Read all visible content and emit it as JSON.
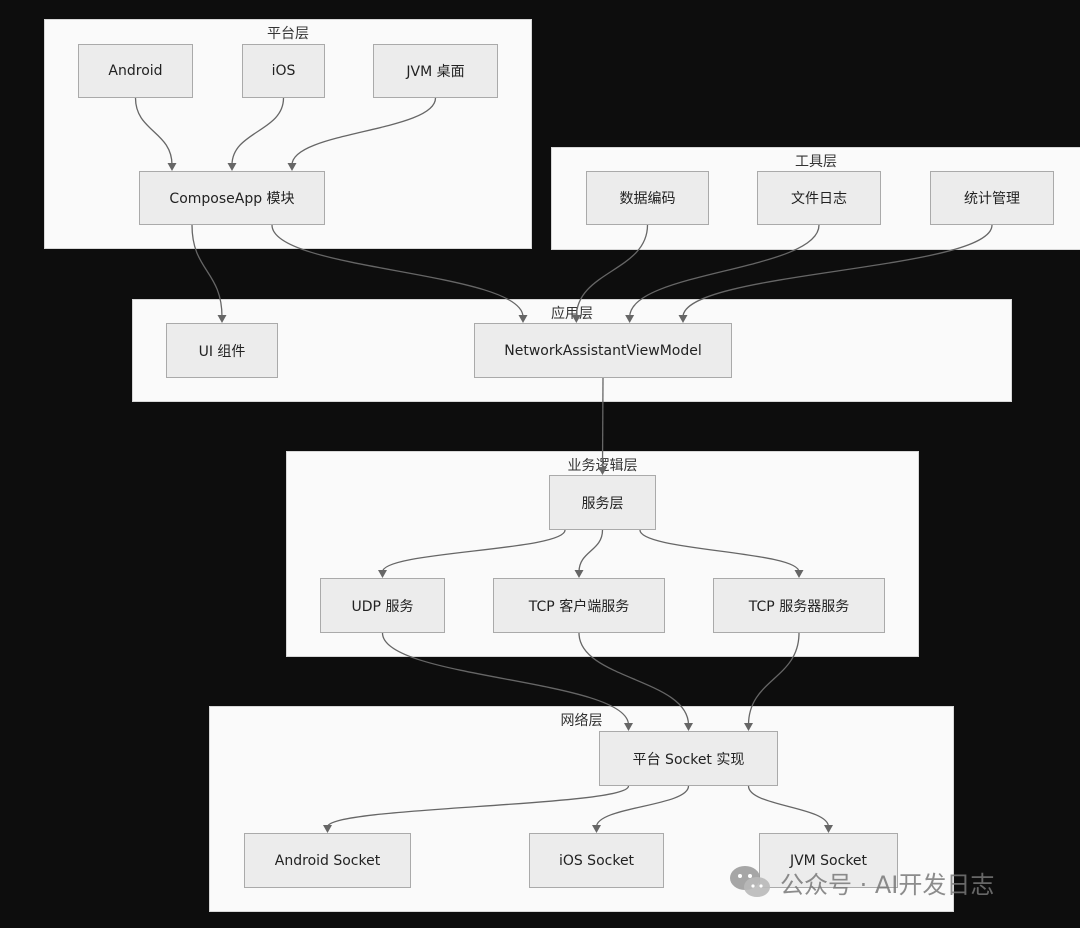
{
  "groups": {
    "platform": {
      "title": "平台层"
    },
    "tools": {
      "title": "工具层"
    },
    "app": {
      "title": "应用层"
    },
    "biz": {
      "title": "业务逻辑层"
    },
    "network": {
      "title": "网络层"
    }
  },
  "nodes": {
    "android": "Android",
    "ios": "iOS",
    "jvm": "JVM 桌面",
    "compose": "ComposeApp 模块",
    "encode": "数据编码",
    "filelog": "文件日志",
    "stats": "统计管理",
    "ui": "UI 组件",
    "viewmodel": "NetworkAssistantViewModel",
    "service": "服务层",
    "udp": "UDP 服务",
    "tcpclient": "TCP 客户端服务",
    "tcpserver": "TCP 服务器服务",
    "socket": "平台 Socket 实现",
    "android_socket": "Android Socket",
    "ios_socket": "iOS Socket",
    "jvm_socket": "JVM Socket"
  },
  "edges": [
    [
      "android",
      "compose"
    ],
    [
      "ios",
      "compose"
    ],
    [
      "jvm",
      "compose"
    ],
    [
      "compose",
      "ui"
    ],
    [
      "compose",
      "viewmodel"
    ],
    [
      "encode",
      "viewmodel"
    ],
    [
      "filelog",
      "viewmodel"
    ],
    [
      "stats",
      "viewmodel"
    ],
    [
      "viewmodel",
      "service"
    ],
    [
      "service",
      "udp"
    ],
    [
      "service",
      "tcpclient"
    ],
    [
      "service",
      "tcpserver"
    ],
    [
      "udp",
      "socket"
    ],
    [
      "tcpclient",
      "socket"
    ],
    [
      "tcpserver",
      "socket"
    ],
    [
      "socket",
      "android_socket"
    ],
    [
      "socket",
      "ios_socket"
    ],
    [
      "socket",
      "jvm_socket"
    ]
  ],
  "watermark": {
    "text": "公众号 · AI开发日志",
    "icon": "wechat-icon"
  }
}
